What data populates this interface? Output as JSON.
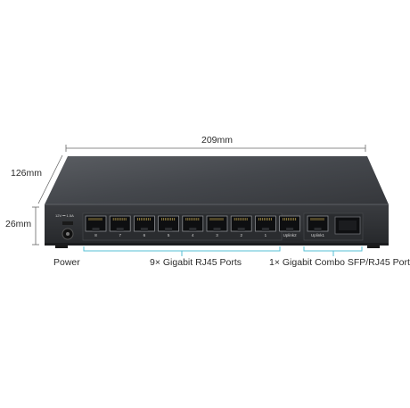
{
  "dimensions": {
    "width": "209mm",
    "depth": "126mm",
    "height": "26mm"
  },
  "device": {
    "power_jack_label": "12V ⎓ 1.5A",
    "port_numbers": [
      "8",
      "7",
      "6",
      "5",
      "4",
      "3",
      "2",
      "1"
    ],
    "uplink2_label": "Uplink2",
    "uplink1_label": "Uplink1"
  },
  "captions": {
    "power": "Power",
    "rj45": "9× Gigabit RJ45 Ports",
    "combo": "1× Gigabit Combo SFP/RJ45 Port"
  },
  "colors": {
    "bracket": "#55bfd6",
    "dimension_line": "#666666",
    "body_top": "#4a4d52",
    "body_front": "#2e3034",
    "port_fill": "#0e0f11"
  }
}
